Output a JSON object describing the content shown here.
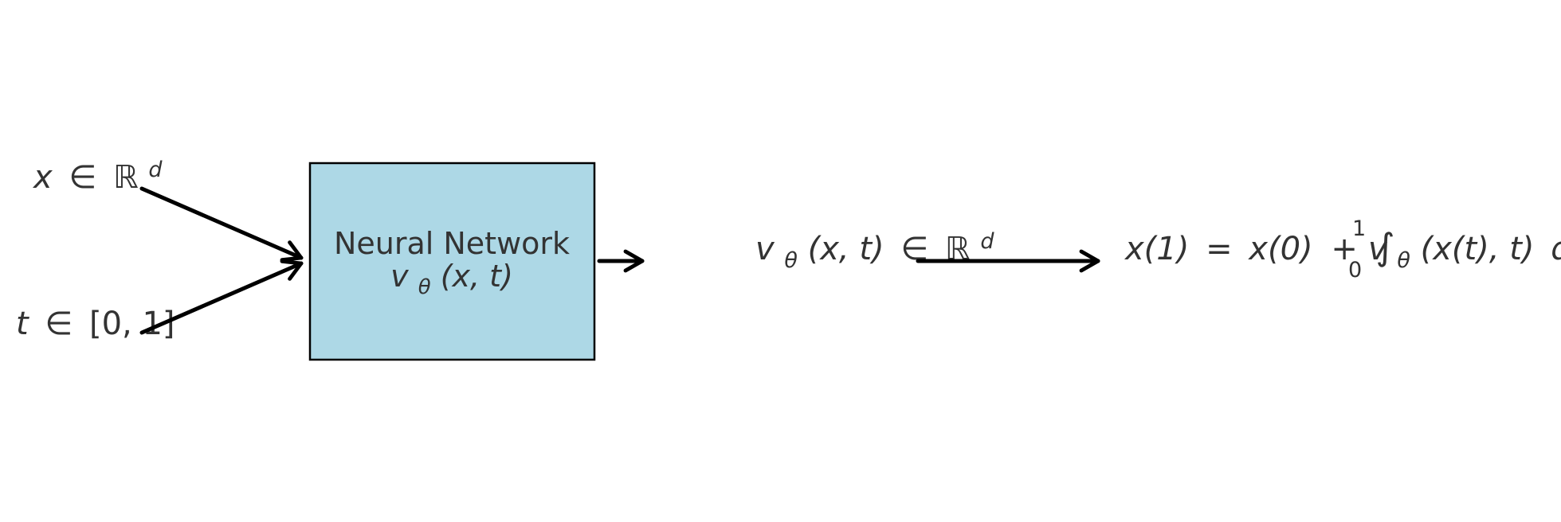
{
  "inputs": {
    "x_var": "x",
    "x_rel": "∈",
    "x_space": "ℝ",
    "x_sup": "d",
    "t_var": "t",
    "t_rel": "∈",
    "t_interval": "[0, 1]"
  },
  "network": {
    "title": "Neural Network",
    "func_name": "v",
    "func_sub": "θ",
    "func_args": "(x, t)"
  },
  "output": {
    "func_name": "v",
    "func_sub": "θ",
    "func_args": "(x, t)",
    "rel": "∈",
    "space": "ℝ",
    "sup": "d"
  },
  "solution": {
    "lhs": "x(1)",
    "eq": "=",
    "x0": "x(0)",
    "plus": "+",
    "integral": "∫",
    "upper": "1",
    "lower": "0",
    "integrand_name": "v",
    "integrand_sub": "θ",
    "integrand_args": "(x(t), t)",
    "dt": "dt"
  },
  "colors": {
    "box_fill": "#add8e6",
    "box_stroke": "#000000",
    "arrow": "#000000",
    "text": "#333333"
  }
}
